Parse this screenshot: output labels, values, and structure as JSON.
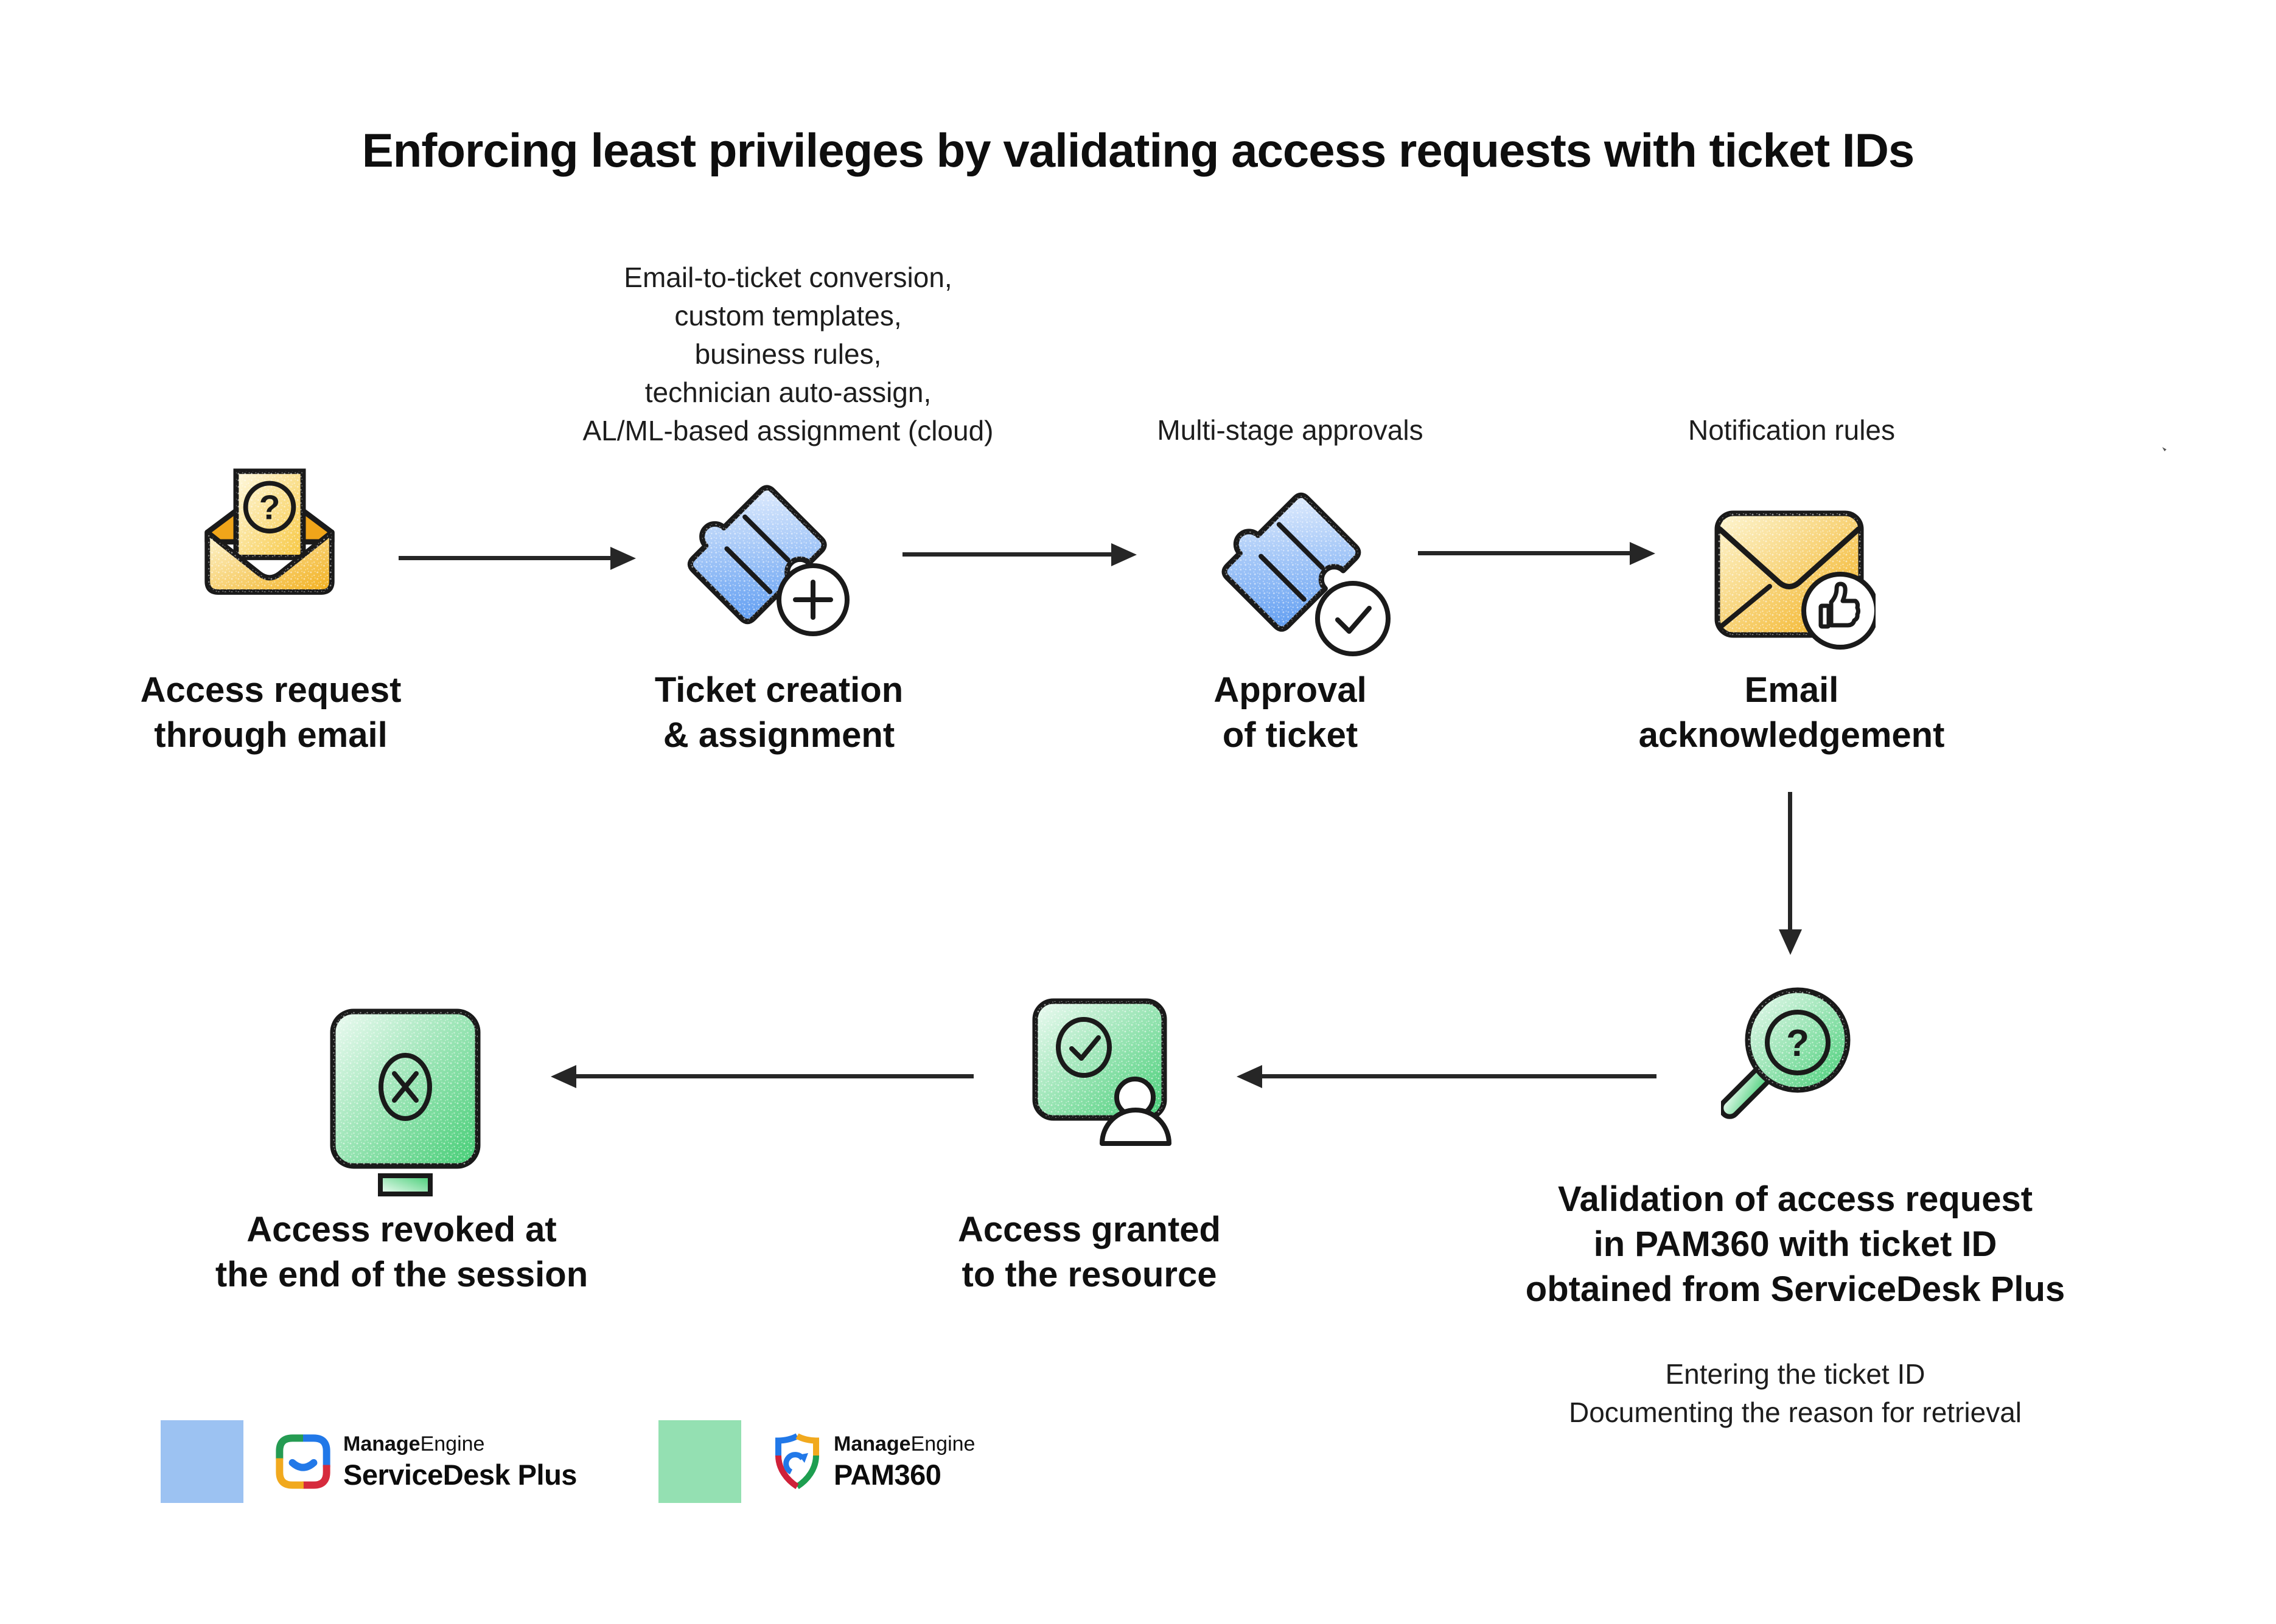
{
  "title": "Enforcing least privileges by validating access requests with ticket IDs",
  "glyphs": {
    "question": "?"
  },
  "steps": {
    "access_request": {
      "icon": "open-envelope-question-icon",
      "label": "Access request\nthrough email"
    },
    "ticket_creation": {
      "icon": "ticket-plus-icon",
      "annotation": "Email-to-ticket conversion,\ncustom templates,\nbusiness rules,\ntechnician auto-assign,\nAL/ML-based assignment (cloud)",
      "label": "Ticket creation\n& assignment"
    },
    "approval": {
      "icon": "ticket-check-icon",
      "annotation": "Multi-stage approvals",
      "label": "Approval\nof ticket"
    },
    "email_ack": {
      "icon": "envelope-thumbs-up-icon",
      "annotation": "Notification rules",
      "label": "Email\nacknowledgement"
    },
    "validation": {
      "icon": "magnifier-question-icon",
      "label": "Validation of access request\nin PAM360 with ticket ID\nobtained from ServiceDesk Plus",
      "sub_annotation": "Entering the ticket ID\nDocumenting the reason for retrieval"
    },
    "granted": {
      "icon": "monitor-user-check-icon",
      "label": "Access granted\nto the resource"
    },
    "revoked": {
      "icon": "monitor-x-icon",
      "label": "Access revoked at\nthe end of the session"
    }
  },
  "legend": {
    "servicedesk": {
      "swatch_color": "#9cc2f2",
      "brand_bold": "Manage",
      "brand_light": "Engine",
      "product": "ServiceDesk Plus"
    },
    "pam360": {
      "swatch_color": "#94e0b2",
      "brand_bold": "Manage",
      "brand_light": "Engine",
      "product": "PAM360"
    }
  },
  "colors": {
    "servicedesk_blue": "#5e9cf1",
    "pam_green": "#43cd74",
    "accent_yellow": "#f2ae18",
    "outline": "#1a1a1a",
    "arrow": "#262626"
  }
}
